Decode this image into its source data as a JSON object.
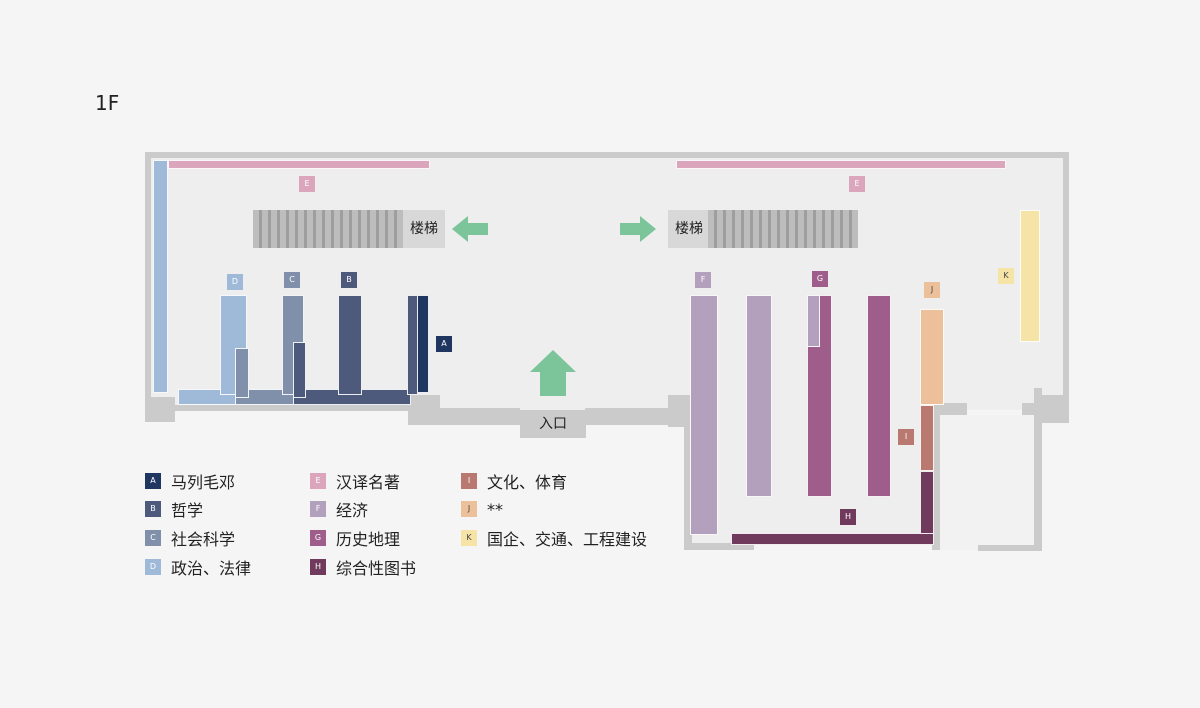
{
  "floor_label": "1F",
  "stairs_label": "楼梯",
  "entrance_label": "入口",
  "colors": {
    "A": "#1e3660",
    "B": "#4d5a7c",
    "C": "#8090aa",
    "D": "#9fbad8",
    "E": "#dba6bc",
    "F": "#b3a0bd",
    "G": "#9e5d8a",
    "H": "#6f3a5c",
    "I": "#b97870",
    "J": "#ecc09b",
    "K": "#f5e4a6",
    "arrow": "#7cc49a"
  },
  "categories": {
    "A": "马列毛邓",
    "B": "哲学",
    "C": "社会科学",
    "D": "政治、法律",
    "E": "汉译名著",
    "F": "经济",
    "G": "历史地理",
    "H": "综合性图书",
    "I": "文化、体育",
    "J": "**",
    "K": "国企、交通、工程建设"
  },
  "legend": {
    "columns": [
      [
        "A",
        "B",
        "C",
        "D"
      ],
      [
        "E",
        "F",
        "G",
        "H"
      ],
      [
        "I",
        "J",
        "K"
      ]
    ]
  }
}
